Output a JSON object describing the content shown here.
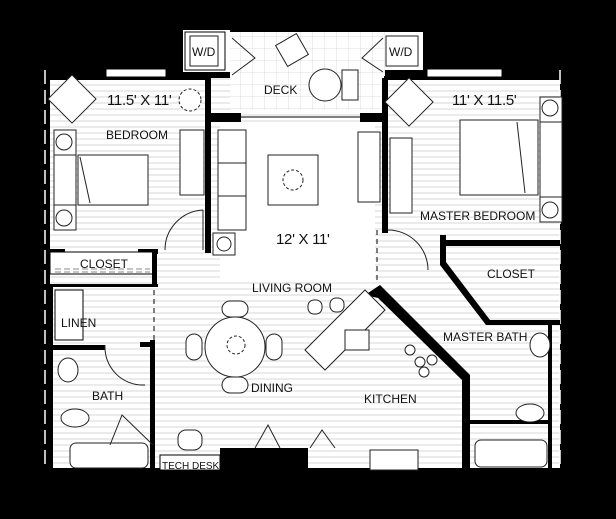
{
  "floorplan": {
    "rooms": {
      "bedroom": {
        "label": "BEDROOM",
        "dimensions": "11.5' X 11'"
      },
      "master_bedroom": {
        "label": "MASTER BEDROOM",
        "dimensions": "11' X 11.5'"
      },
      "living_room": {
        "label": "LIVING ROOM",
        "dimensions": "12' X 11'"
      },
      "deck": {
        "label": "DECK"
      },
      "washer_dryer_left": {
        "label": "W/D"
      },
      "washer_dryer_right": {
        "label": "W/D"
      },
      "closet_left": {
        "label": "CLOSET"
      },
      "closet_master": {
        "label": "CLOSET"
      },
      "linen": {
        "label": "LINEN"
      },
      "bath": {
        "label": "BATH"
      },
      "master_bath": {
        "label": "MASTER BATH"
      },
      "dining": {
        "label": "DINING"
      },
      "kitchen": {
        "label": "KITCHEN"
      },
      "tech_desk": {
        "label": "TECH DESK"
      }
    },
    "colors": {
      "background": "#000000",
      "floor": "#ffffff",
      "wall": "#000000",
      "stripe": "#e6e6e6",
      "shadow": "#d8d8d8"
    }
  }
}
